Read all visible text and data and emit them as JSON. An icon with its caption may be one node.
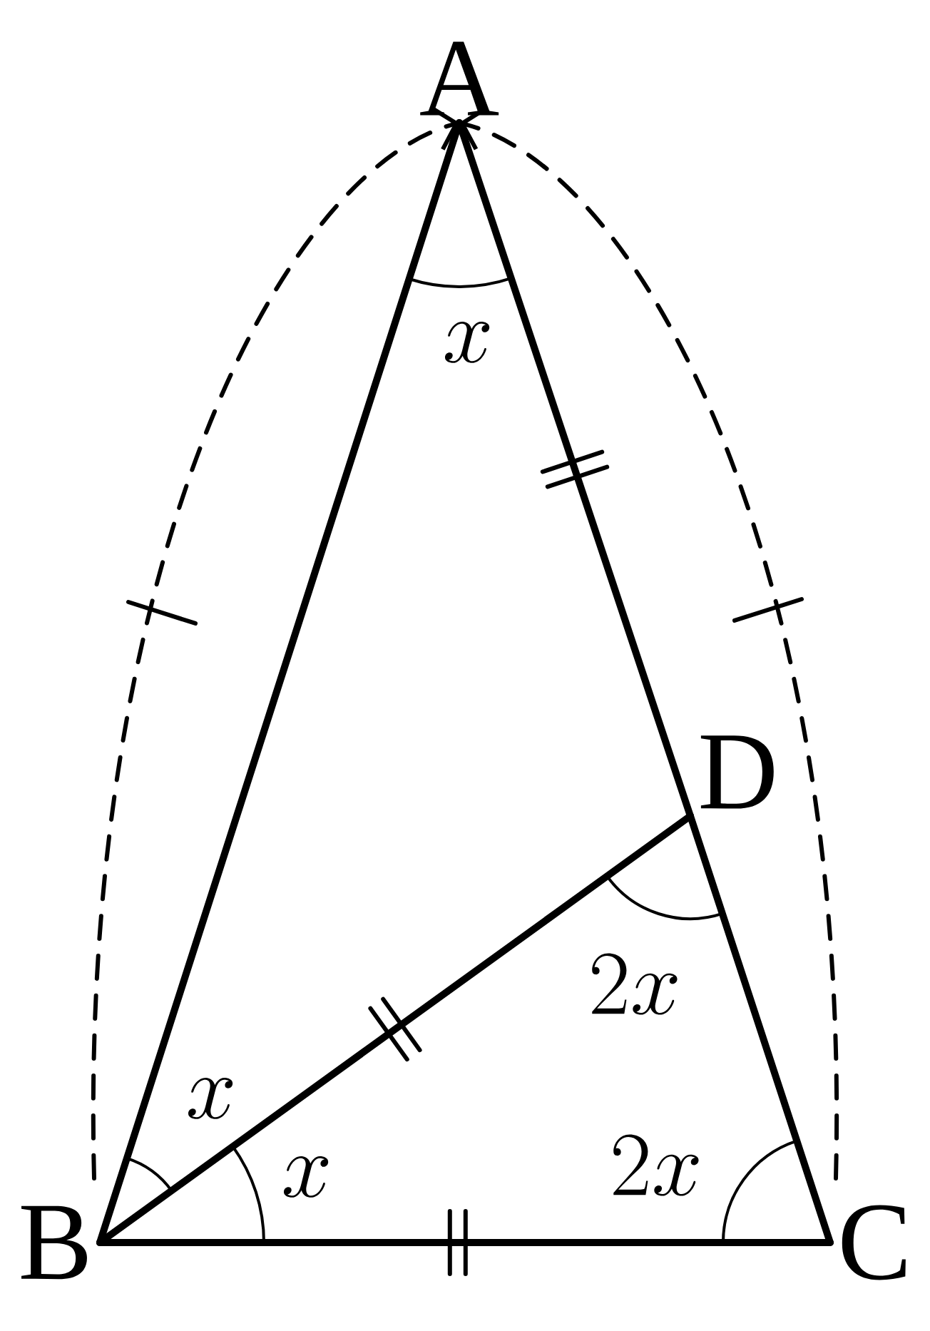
{
  "diagram": {
    "nodes": [
      {
        "text": [
          "A"
        ]
      },
      {
        "text": [
          "B"
        ]
      },
      {
        "text": [
          "C"
        ]
      },
      {
        "text": [
          "D"
        ]
      }
    ],
    "edges": [
      {
        "from": 0,
        "to": 1,
        "arrow": "none"
      },
      {
        "from": 0,
        "to": 3,
        "arrow": "none"
      },
      {
        "from": 3,
        "to": 2,
        "arrow": "none"
      },
      {
        "from": 1,
        "to": 2,
        "arrow": "none"
      },
      {
        "from": 1,
        "to": 3,
        "arrow": "none"
      },
      {
        "from": 1,
        "to": 0,
        "arrow": "to",
        "style": "dashed"
      },
      {
        "from": 2,
        "to": 0,
        "arrow": "to",
        "style": "dashed"
      }
    ],
    "labels": [
      "x",
      "x",
      "x",
      "2x",
      "2x"
    ]
  }
}
